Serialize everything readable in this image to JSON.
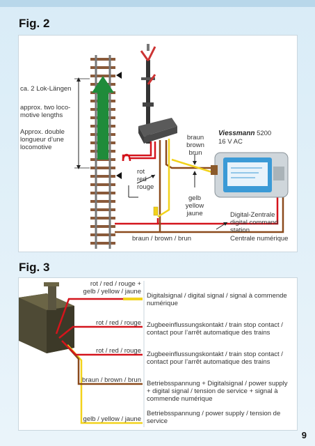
{
  "fig2": {
    "title": "Fig. 2",
    "length_label": [
      "ca. 2 Lok-Längen",
      "approx. two loco-",
      "motive lengths",
      "Approx. double",
      "longueur d’une",
      "locomotive"
    ],
    "rot_label": [
      "rot",
      "red",
      "rouge"
    ],
    "braun_label": [
      "braun",
      "brown",
      "brun"
    ],
    "gelb_label": [
      "gelb",
      "yellow",
      "jaune"
    ],
    "bottom_wire_label": "braun / brown / brun",
    "brand": "Viessmann",
    "model": "5200",
    "voltage": "16 V AC",
    "central_label": [
      "Digital-Zentrale",
      "digital command",
      "station",
      "Centrale numérique"
    ]
  },
  "fig3": {
    "title": "Fig. 3",
    "rows": [
      {
        "color_label": [
          "rot / red / rouge +",
          "gelb / yellow / jaune"
        ],
        "desc": [
          "Digitalsignal / digital signal / signal à commende",
          "numérique"
        ]
      },
      {
        "color_label": [
          "rot / red / rouge"
        ],
        "desc": [
          "Zugbeeinflussungskontakt / train stop contact /",
          "contact pour l’arrêt automatique des trains"
        ]
      },
      {
        "color_label": [
          "rot / red / rouge"
        ],
        "desc": [
          "Zugbeeinflussungskontakt / train stop contact /",
          "contact pour l’arrêt automatique des trains"
        ]
      },
      {
        "color_label": [
          "braun / brown / brun"
        ],
        "desc": [
          "Betriebsspannung + Digitalsignal / power supply",
          "+ digital signal / tension de service + signal à",
          "commende numérique"
        ]
      },
      {
        "color_label": [
          "gelb / yellow / jaune"
        ],
        "desc": [
          "Betriebsspannung / power supply / tension de",
          "service"
        ]
      }
    ]
  },
  "page_number": "9",
  "colors": {
    "red": "#d4141c",
    "brown": "#8b4a1c",
    "yellow": "#f2d21b",
    "green": "#1f8b3a",
    "panel": "#3b9ad6"
  }
}
